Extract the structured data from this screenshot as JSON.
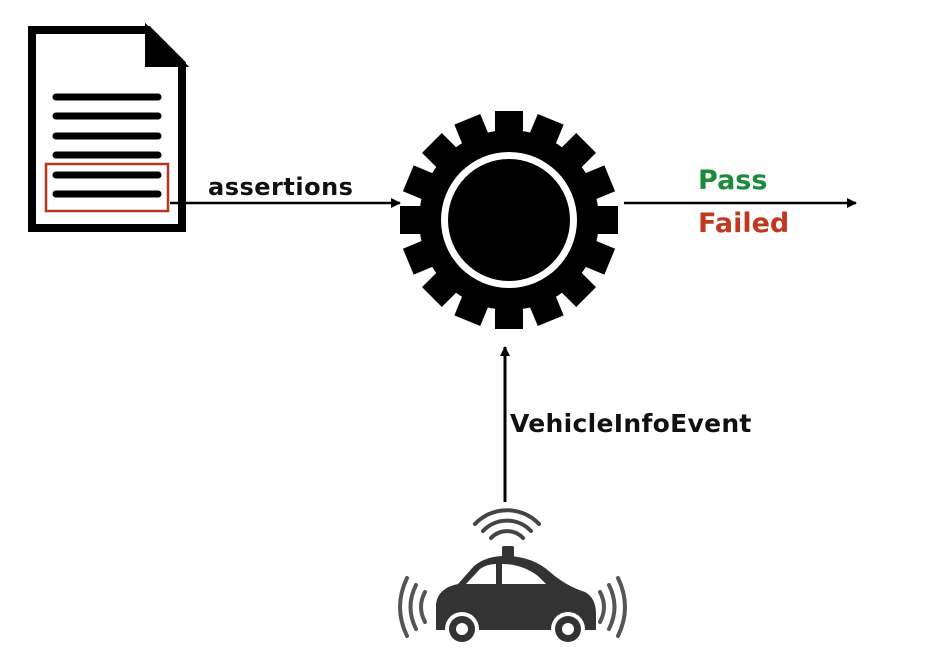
{
  "labels": {
    "assertions": "assertions",
    "pass": "Pass",
    "failed": "Failed",
    "event": "VehicleInfoEvent"
  },
  "colors": {
    "pass": "#1e8a3c",
    "failed": "#c0391f",
    "highlight": "#b8361c",
    "ink": "#000000"
  },
  "icons": {
    "document": "document-icon",
    "gear": "gear-icon",
    "car": "self-driving-car-icon"
  }
}
